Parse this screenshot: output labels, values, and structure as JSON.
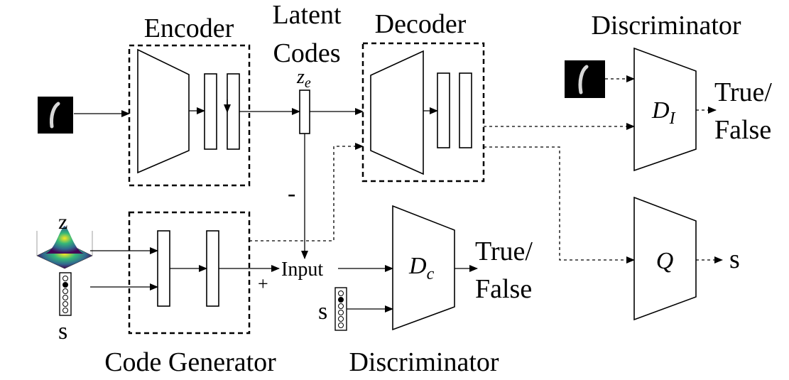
{
  "labels": {
    "encoder": "Encoder",
    "latent_line1": "Latent",
    "latent_line2": "Codes",
    "ze_main": "z",
    "ze_sub": "e",
    "decoder": "Decoder",
    "discriminator_top": "Discriminator",
    "di_main": "D",
    "di_sub": "I",
    "true_false_top_1": "True/",
    "true_false_top_2": "False",
    "q": "Q",
    "s_out": "s",
    "minus": "-",
    "plus": "+",
    "input": "Input",
    "dc_main": "D",
    "dc_sub": "c",
    "true_false_mid_1": "True/",
    "true_false_mid_2": "False",
    "s_dc": "s",
    "z": "z",
    "s_gen": "s",
    "code_generator": "Code Generator",
    "discriminator_bottom": "Discriminator"
  }
}
